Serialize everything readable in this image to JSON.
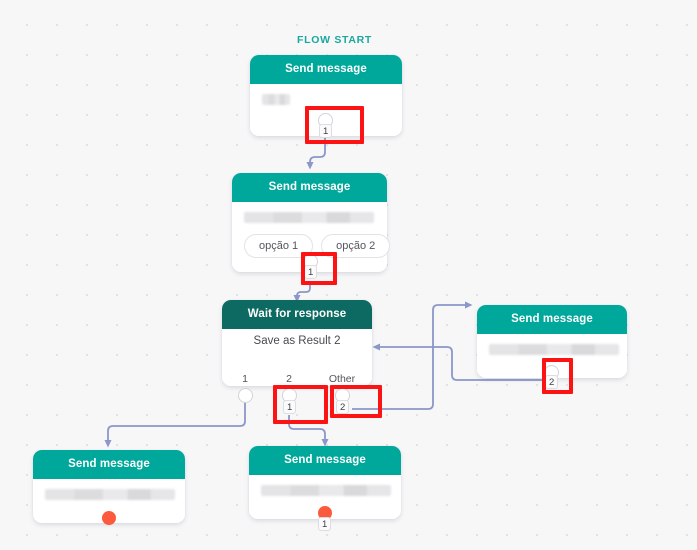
{
  "canvas": {
    "flow_start_label": "FLOW START",
    "accent_teal": "#00a79b",
    "dark_teal": "#0d6a63",
    "edge_color": "#8b97c9",
    "annotation_color": "#fc1414",
    "red_port_color": "#fc5a3c",
    "background": "#f7f7f8"
  },
  "nodes": [
    {
      "id": "node-send-1",
      "title": "Send message",
      "header_style": "teal",
      "ports": [
        {
          "badge": "1",
          "style": "empty"
        }
      ]
    },
    {
      "id": "node-send-2",
      "title": "Send message",
      "header_style": "teal",
      "options": [
        "opção 1",
        "opção 2"
      ],
      "ports": [
        {
          "badge": "1",
          "style": "empty"
        }
      ]
    },
    {
      "id": "node-wait",
      "title": "Wait for response",
      "header_style": "dark-teal",
      "result_text": "Save as Result 2",
      "ports": [
        {
          "label": "1",
          "badge": "",
          "style": "empty"
        },
        {
          "label": "2",
          "badge": "1",
          "style": "empty"
        },
        {
          "label": "Other",
          "badge": "2",
          "style": "empty"
        }
      ]
    },
    {
      "id": "node-send-right",
      "title": "Send message",
      "header_style": "teal",
      "ports": [
        {
          "badge": "2",
          "style": "empty"
        }
      ]
    },
    {
      "id": "node-send-bottom-left",
      "title": "Send message",
      "header_style": "teal",
      "ports": [
        {
          "badge": "",
          "style": "red"
        }
      ]
    },
    {
      "id": "node-send-bottom-center",
      "title": "Send message",
      "header_style": "teal",
      "ports": [
        {
          "badge": "1",
          "style": "red"
        }
      ]
    }
  ],
  "annotations": [
    {
      "id": "annot-1",
      "target": "node-send-1 output port"
    },
    {
      "id": "annot-2",
      "target": "node-send-2 output port"
    },
    {
      "id": "annot-3",
      "target": "node-wait port 2"
    },
    {
      "id": "annot-4",
      "target": "node-wait port Other"
    },
    {
      "id": "annot-5",
      "target": "node-send-right output port"
    }
  ]
}
